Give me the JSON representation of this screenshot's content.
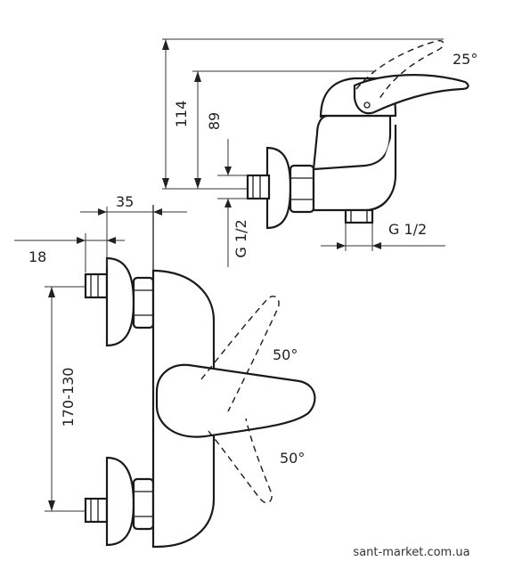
{
  "dimensions": {
    "top_width": "35",
    "side_width": "18",
    "spacing_range": "170-130",
    "height_total": "114",
    "height_inner": "89",
    "thread_left": "G 1/2",
    "thread_right": "G 1/2"
  },
  "angles": {
    "side_lever": "25°",
    "front_lever_up": "50°",
    "front_lever_down": "50°"
  },
  "watermark": "sant-market.com.ua"
}
